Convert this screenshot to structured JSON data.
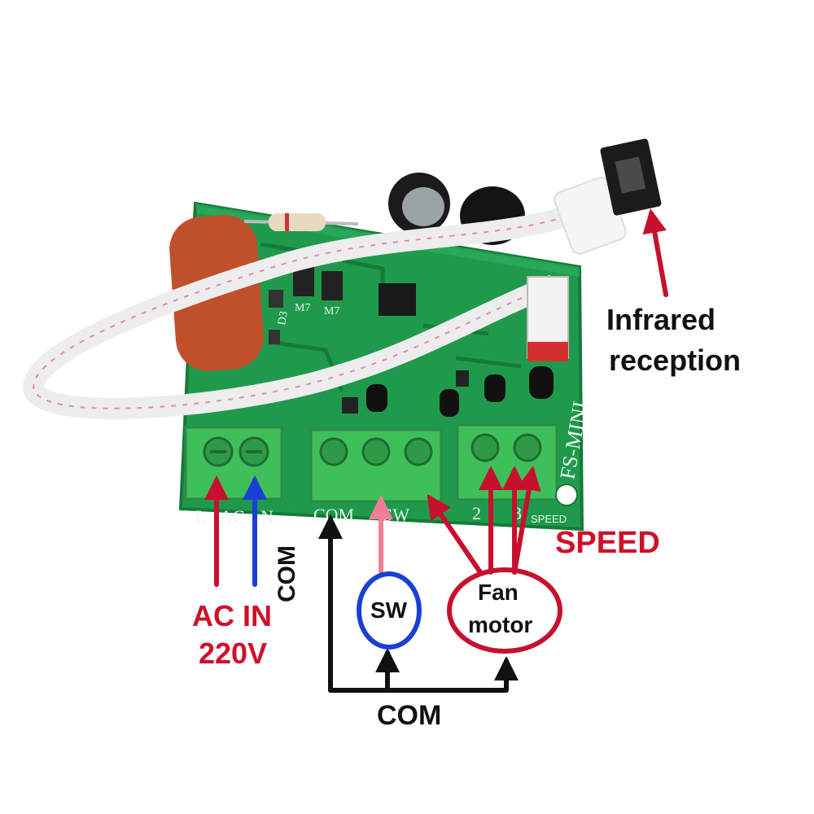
{
  "colors": {
    "pcb": "#1f9a4c",
    "pcb_dark": "#157a3a",
    "terminal": "#3fbf5a",
    "annot_red": "#c8102e",
    "annot_blue": "#1a3fd6",
    "annot_pink": "#f07d9a",
    "annot_black": "#111111",
    "capacitor": "#c0502c",
    "cable": "#f4f4f4"
  },
  "board": {
    "markings": {
      "l": "L",
      "ac": "AC",
      "n": "N",
      "com": "COM",
      "sw": "SW",
      "two": "2",
      "three": "3",
      "speed_silk": "SPEED",
      "model": "FS-MINI",
      "m7a": "M7",
      "m7b": "M7",
      "d3": "D3"
    }
  },
  "annotations": {
    "infrared_line1": "Infrared",
    "infrared_line2": "reception",
    "speed": "SPEED",
    "ac_in_line1": "AC IN",
    "ac_in_line2": "220V",
    "com_vertical": "COM",
    "com_bottom": "COM",
    "sw": "SW",
    "fan_line1": "Fan",
    "fan_line2": "motor"
  }
}
